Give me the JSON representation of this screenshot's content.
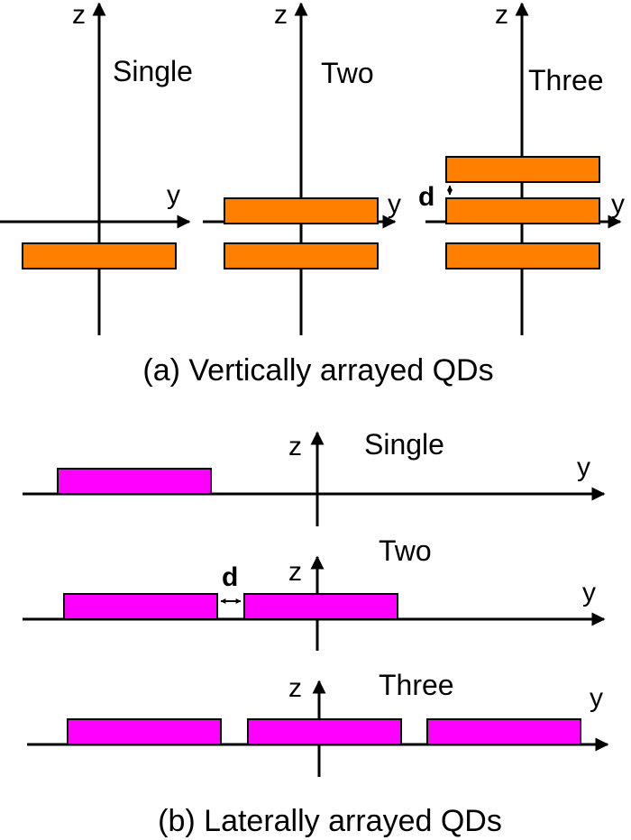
{
  "vertical": {
    "caption": "(a) Vertically arrayed QDs",
    "axis_z_label": "z",
    "axis_y_label": "y",
    "spacing_label": "d",
    "dot_color": "#FF8000",
    "panels": [
      {
        "title": "Single",
        "dots": 1
      },
      {
        "title": "Two",
        "dots": 2
      },
      {
        "title": "Three",
        "dots": 3
      }
    ]
  },
  "lateral": {
    "caption": "(b) Laterally arrayed QDs",
    "axis_z_label": "z",
    "axis_y_label": "y",
    "spacing_label": "d",
    "dot_color": "#FF00FF",
    "panels": [
      {
        "title": "Single",
        "dots": 1
      },
      {
        "title": "Two",
        "dots": 2
      },
      {
        "title": "Three",
        "dots": 3
      }
    ]
  }
}
